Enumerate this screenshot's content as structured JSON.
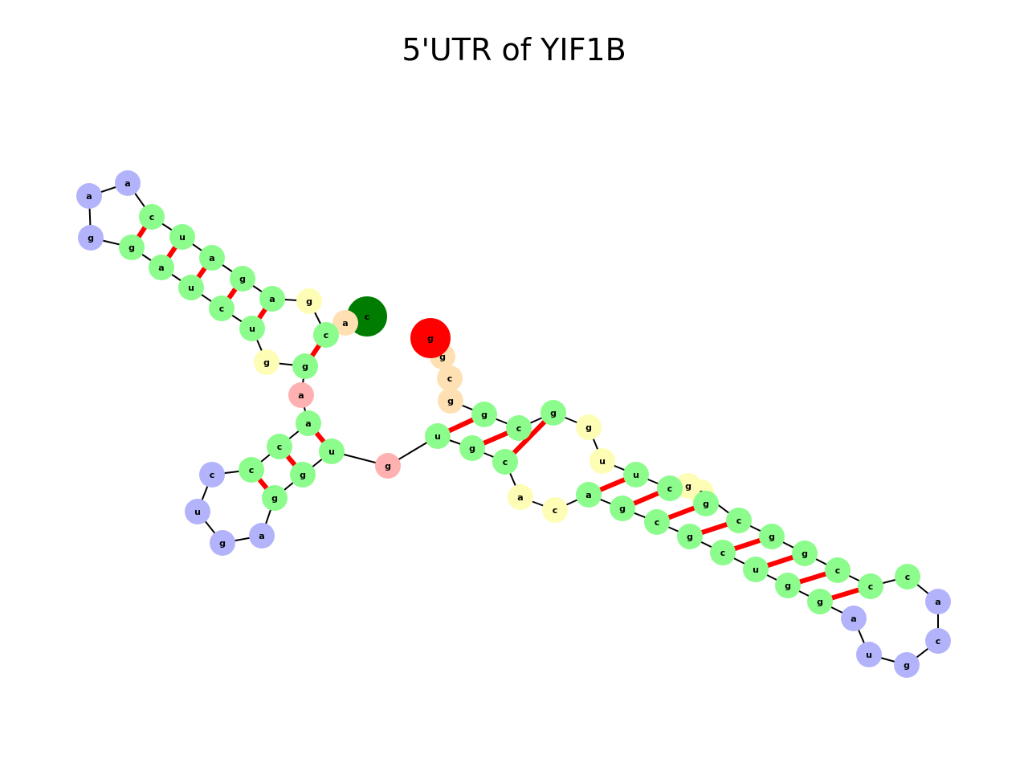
{
  "title": "5'UTR of YIF1B",
  "colors": {
    "stem": "#8cfc8c",
    "hairpin_loop": "#b3b3fb",
    "interior_loop": "#fdfdb6",
    "multiloop": "#ffb1b1",
    "exterior": "#fee0b3",
    "start": "#007c00",
    "end": "#fe0000",
    "backbone": "#000000",
    "pair": "#fe0000"
  },
  "nucleotides": [
    {
      "base": "c",
      "type": "start"
    },
    {
      "base": "a",
      "type": "exterior"
    },
    {
      "base": "c",
      "type": "stem"
    },
    {
      "base": "g",
      "type": "interior_loop"
    },
    {
      "base": "a",
      "type": "stem"
    },
    {
      "base": "g",
      "type": "stem"
    },
    {
      "base": "a",
      "type": "stem"
    },
    {
      "base": "u",
      "type": "stem"
    },
    {
      "base": "c",
      "type": "stem"
    },
    {
      "base": "a",
      "type": "hairpin_loop"
    },
    {
      "base": "a",
      "type": "hairpin_loop"
    },
    {
      "base": "g",
      "type": "hairpin_loop"
    },
    {
      "base": "g",
      "type": "stem"
    },
    {
      "base": "a",
      "type": "stem"
    },
    {
      "base": "u",
      "type": "stem"
    },
    {
      "base": "c",
      "type": "stem"
    },
    {
      "base": "u",
      "type": "stem"
    },
    {
      "base": "g",
      "type": "interior_loop"
    },
    {
      "base": "g",
      "type": "stem"
    },
    {
      "base": "a",
      "type": "multiloop"
    },
    {
      "base": "a",
      "type": "stem"
    },
    {
      "base": "c",
      "type": "stem"
    },
    {
      "base": "c",
      "type": "stem"
    },
    {
      "base": "c",
      "type": "hairpin_loop"
    },
    {
      "base": "u",
      "type": "hairpin_loop"
    },
    {
      "base": "g",
      "type": "hairpin_loop"
    },
    {
      "base": "a",
      "type": "hairpin_loop"
    },
    {
      "base": "g",
      "type": "stem"
    },
    {
      "base": "g",
      "type": "stem"
    },
    {
      "base": "u",
      "type": "stem"
    },
    {
      "base": "g",
      "type": "multiloop"
    },
    {
      "base": "u",
      "type": "stem"
    },
    {
      "base": "g",
      "type": "stem"
    },
    {
      "base": "c",
      "type": "stem"
    },
    {
      "base": "a",
      "type": "interior_loop"
    },
    {
      "base": "c",
      "type": "interior_loop"
    },
    {
      "base": "a",
      "type": "stem"
    },
    {
      "base": "g",
      "type": "stem"
    },
    {
      "base": "c",
      "type": "stem"
    },
    {
      "base": "g",
      "type": "stem"
    },
    {
      "base": "c",
      "type": "stem"
    },
    {
      "base": "u",
      "type": "stem"
    },
    {
      "base": "g",
      "type": "stem"
    },
    {
      "base": "g",
      "type": "stem"
    },
    {
      "base": "a",
      "type": "hairpin_loop"
    },
    {
      "base": "u",
      "type": "hairpin_loop"
    },
    {
      "base": "g",
      "type": "hairpin_loop"
    },
    {
      "base": "c",
      "type": "hairpin_loop"
    },
    {
      "base": "a",
      "type": "hairpin_loop"
    },
    {
      "base": "c",
      "type": "stem"
    },
    {
      "base": "c",
      "type": "stem"
    },
    {
      "base": "c",
      "type": "stem"
    },
    {
      "base": "g",
      "type": "stem"
    },
    {
      "base": "g",
      "type": "stem"
    },
    {
      "base": "c",
      "type": "stem"
    },
    {
      "base": "a",
      "type": "interior_loop"
    },
    {
      "base": "g",
      "type": "interior_loop"
    },
    {
      "base": "g",
      "type": "stem"
    },
    {
      "base": "c",
      "type": "stem"
    },
    {
      "base": "u",
      "type": "stem"
    },
    {
      "base": "u",
      "type": "interior_loop"
    },
    {
      "base": "g",
      "type": "interior_loop"
    },
    {
      "base": "g",
      "type": "stem"
    },
    {
      "base": "c",
      "type": "stem"
    },
    {
      "base": "g",
      "type": "stem"
    },
    {
      "base": "g",
      "type": "exterior"
    },
    {
      "base": "c",
      "type": "exterior"
    },
    {
      "base": "g",
      "type": "exterior"
    },
    {
      "base": "g",
      "type": "end"
    }
  ],
  "pairs": [
    [
      2,
      18
    ],
    [
      4,
      16
    ],
    [
      5,
      15
    ],
    [
      6,
      14
    ],
    [
      7,
      13
    ],
    [
      8,
      12
    ],
    [
      20,
      29
    ],
    [
      21,
      28
    ],
    [
      22,
      27
    ],
    [
      31,
      64
    ],
    [
      32,
      63
    ],
    [
      33,
      62
    ],
    [
      36,
      59
    ],
    [
      37,
      58
    ],
    [
      38,
      57
    ],
    [
      39,
      54
    ],
    [
      40,
      53
    ],
    [
      41,
      52
    ],
    [
      42,
      51
    ],
    [
      43,
      50
    ]
  ]
}
